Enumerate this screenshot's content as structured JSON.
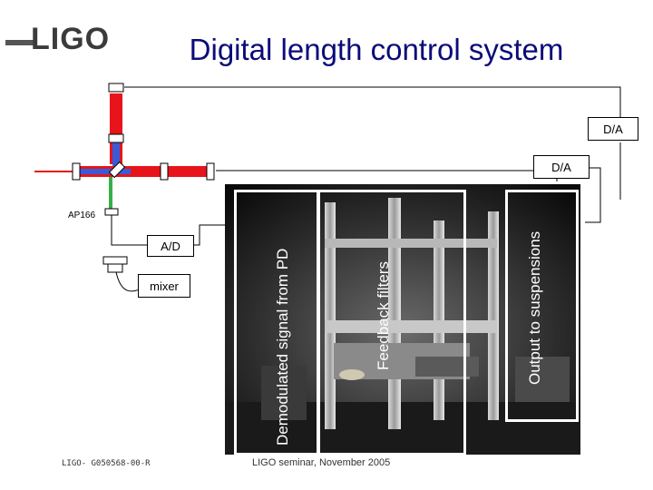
{
  "header": {
    "logo_text": "LIGO",
    "title": "Digital length control system"
  },
  "diagram": {
    "da_top_label": "D/A",
    "da_middle_label": "D/A",
    "photodetector_label": "AP166",
    "ad_label": "A/D",
    "mixer_label": "mixer"
  },
  "photo_overlay": {
    "demodulated_label": "Demodulated signal from PD",
    "feedback_label": "Feedback filters",
    "output_label": "Output to suspensions"
  },
  "footer": {
    "doc_id": "LIGO- G050568-00-R",
    "caption": "LIGO seminar, November 2005"
  },
  "colors": {
    "title": "#0b0b7a",
    "beam_red": "#e8141b",
    "beam_blue": "#3a5bd8",
    "beam_green": "#36b04a"
  }
}
